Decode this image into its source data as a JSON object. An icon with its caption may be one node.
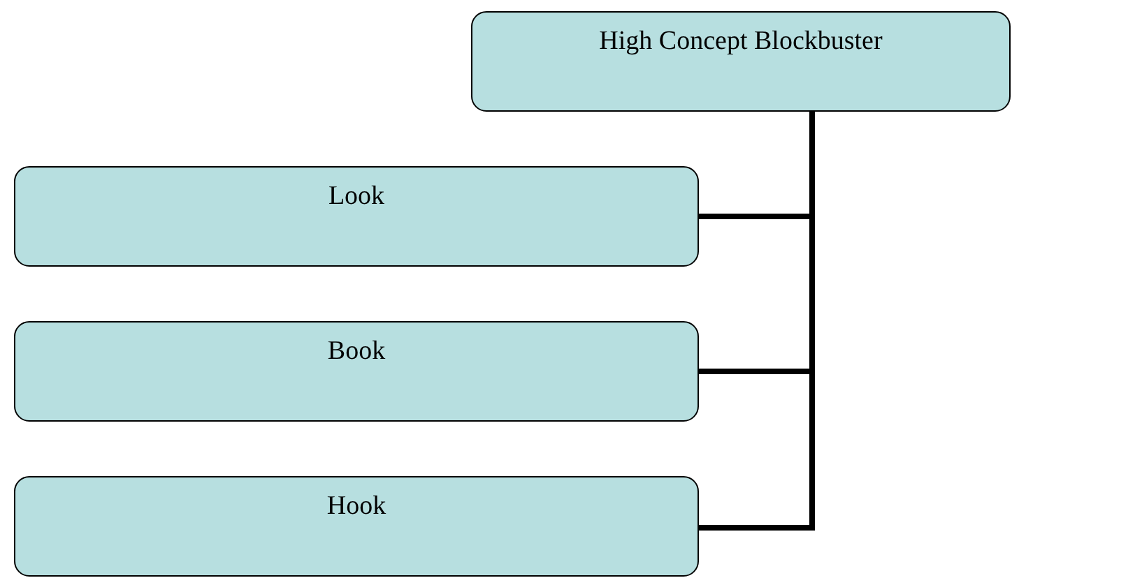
{
  "diagram": {
    "nodes": [
      {
        "text": [
          "High Concept Blockbuster"
        ]
      },
      {
        "text": [
          "Look"
        ]
      },
      {
        "text": [
          "Book"
        ]
      },
      {
        "text": [
          "Hook"
        ]
      }
    ],
    "edges": [
      {
        "from": 0,
        "to": 1,
        "arrow": "none"
      },
      {
        "from": 0,
        "to": 2,
        "arrow": "none"
      },
      {
        "from": 0,
        "to": 3,
        "arrow": "none"
      }
    ]
  }
}
